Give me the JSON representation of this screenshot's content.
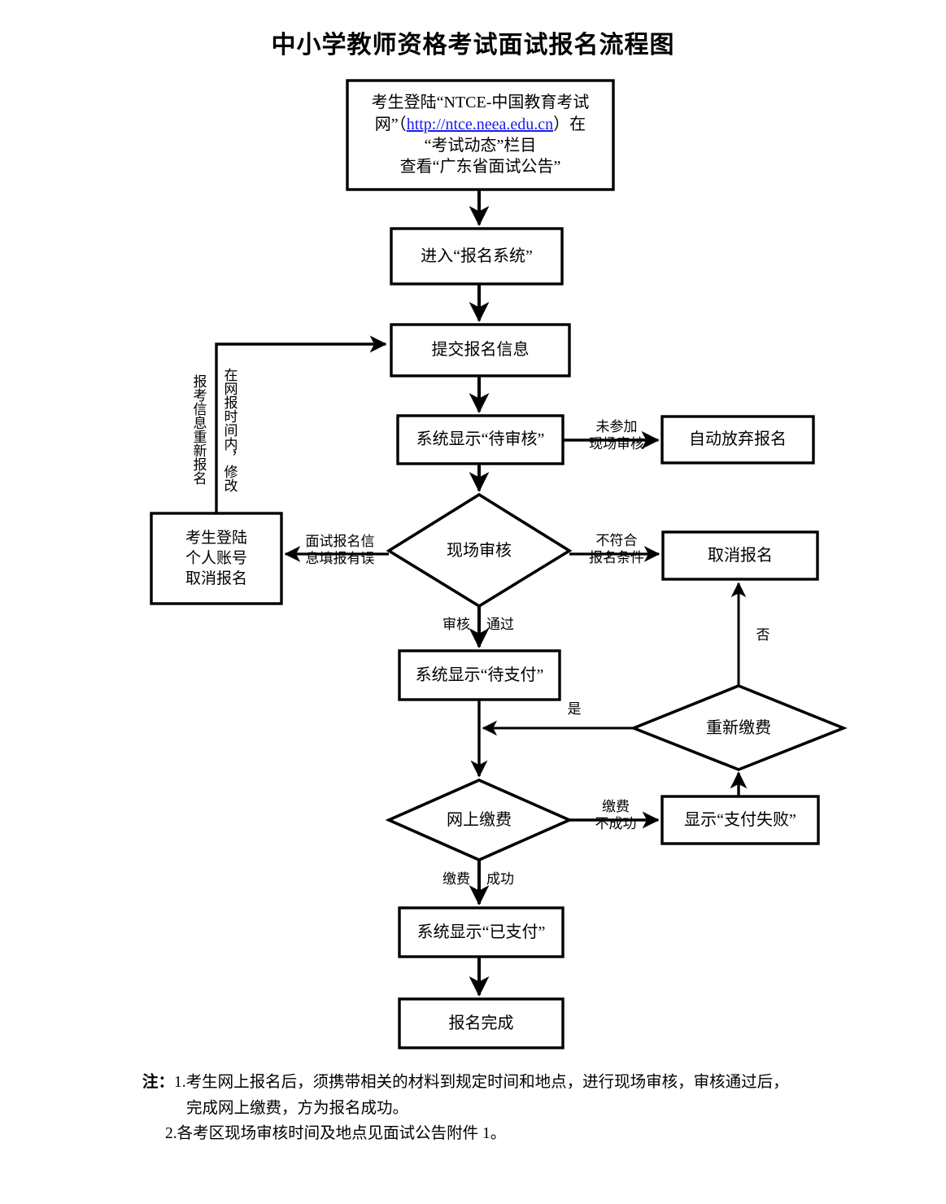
{
  "title": "中小学教师资格考试面试报名流程图",
  "nodes": {
    "login": {
      "line1": "考生登陆“NTCE-中国教育考试",
      "line2_pre": "网”（",
      "link": "http://ntce.neea.edu.cn",
      "line2_post": "）在",
      "line3": "“考试动态”栏目",
      "line4": "查看“广东省面试公告”"
    },
    "enter_system": "进入“报名系统”",
    "submit_info": "提交报名信息",
    "pending_review": "系统显示“待审核”",
    "auto_abandon": "自动放弃报名",
    "onsite_review": "现场审核",
    "cancel_login": "考生登陆\n个人账号\n取消报名",
    "cancel_reg": "取消报名",
    "pending_pay": "系统显示“待支付”",
    "repay": "重新缴费",
    "online_pay": "网上缴费",
    "pay_failed": "显示“支付失败”",
    "paid": "系统显示“已支付”",
    "done": "报名完成"
  },
  "edge_labels": {
    "not_attend_onsite": "未参加\n现场审核",
    "info_error": "面试报名信\n息填报有误",
    "not_qualified": "不符合\n报名条件",
    "review_passed_l": "审核",
    "review_passed_r": "通过",
    "yes": "是",
    "no": "否",
    "pay_failed_label": "缴费\n不成功",
    "pay_success_l": "缴费",
    "pay_success_r": "成功",
    "vertical_outer": "报考信息重新报名",
    "vertical_inner": "在网报时间内，修改"
  },
  "notes": {
    "label": "注：",
    "line1": "1.考生网上报名后，须携带相关的材料到规定时间和地点，进行现场审核，审核通过后，",
    "line2": "完成网上缴费，方为报名成功。",
    "line3": "2.各考区现场审核时间及地点见面试公告附件 1。"
  },
  "colors": {
    "stroke": "#000000",
    "fill": "#ffffff",
    "link": "#1a1aee",
    "background": "#ffffff"
  }
}
